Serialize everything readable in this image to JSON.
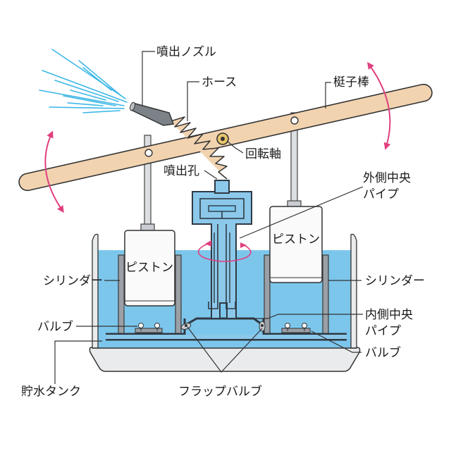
{
  "labels": {
    "nozzle": "噴出ノズル",
    "hose": "ホース",
    "lever": "梃子棒",
    "pivot": "回転軸",
    "outlet_hole": "噴出孔",
    "outer_pipe_line1": "外側中央",
    "outer_pipe_line2": "パイプ",
    "piston_left": "ピストン",
    "piston_right": "ピストン",
    "cylinder_left": "シリンダー",
    "cylinder_right": "シリンダー",
    "inner_pipe_line1": "内側中央",
    "inner_pipe_line2": "パイプ",
    "valve_left": "バルブ",
    "valve_right": "バルブ",
    "tank": "貯水タンク",
    "flap_valve": "フラップバルブ"
  },
  "colors": {
    "water": "#7cc6ec",
    "lever": "#f2d3b0",
    "arrow": "#e0407f",
    "spray": "#3cb7e6",
    "base": "#e9ebec",
    "piston": "#fafafa",
    "pipe_fill": "#8cc8ea"
  },
  "icons": [
    "spray-icon",
    "rotation-arrow-icon",
    "rocking-arrow-icon"
  ]
}
